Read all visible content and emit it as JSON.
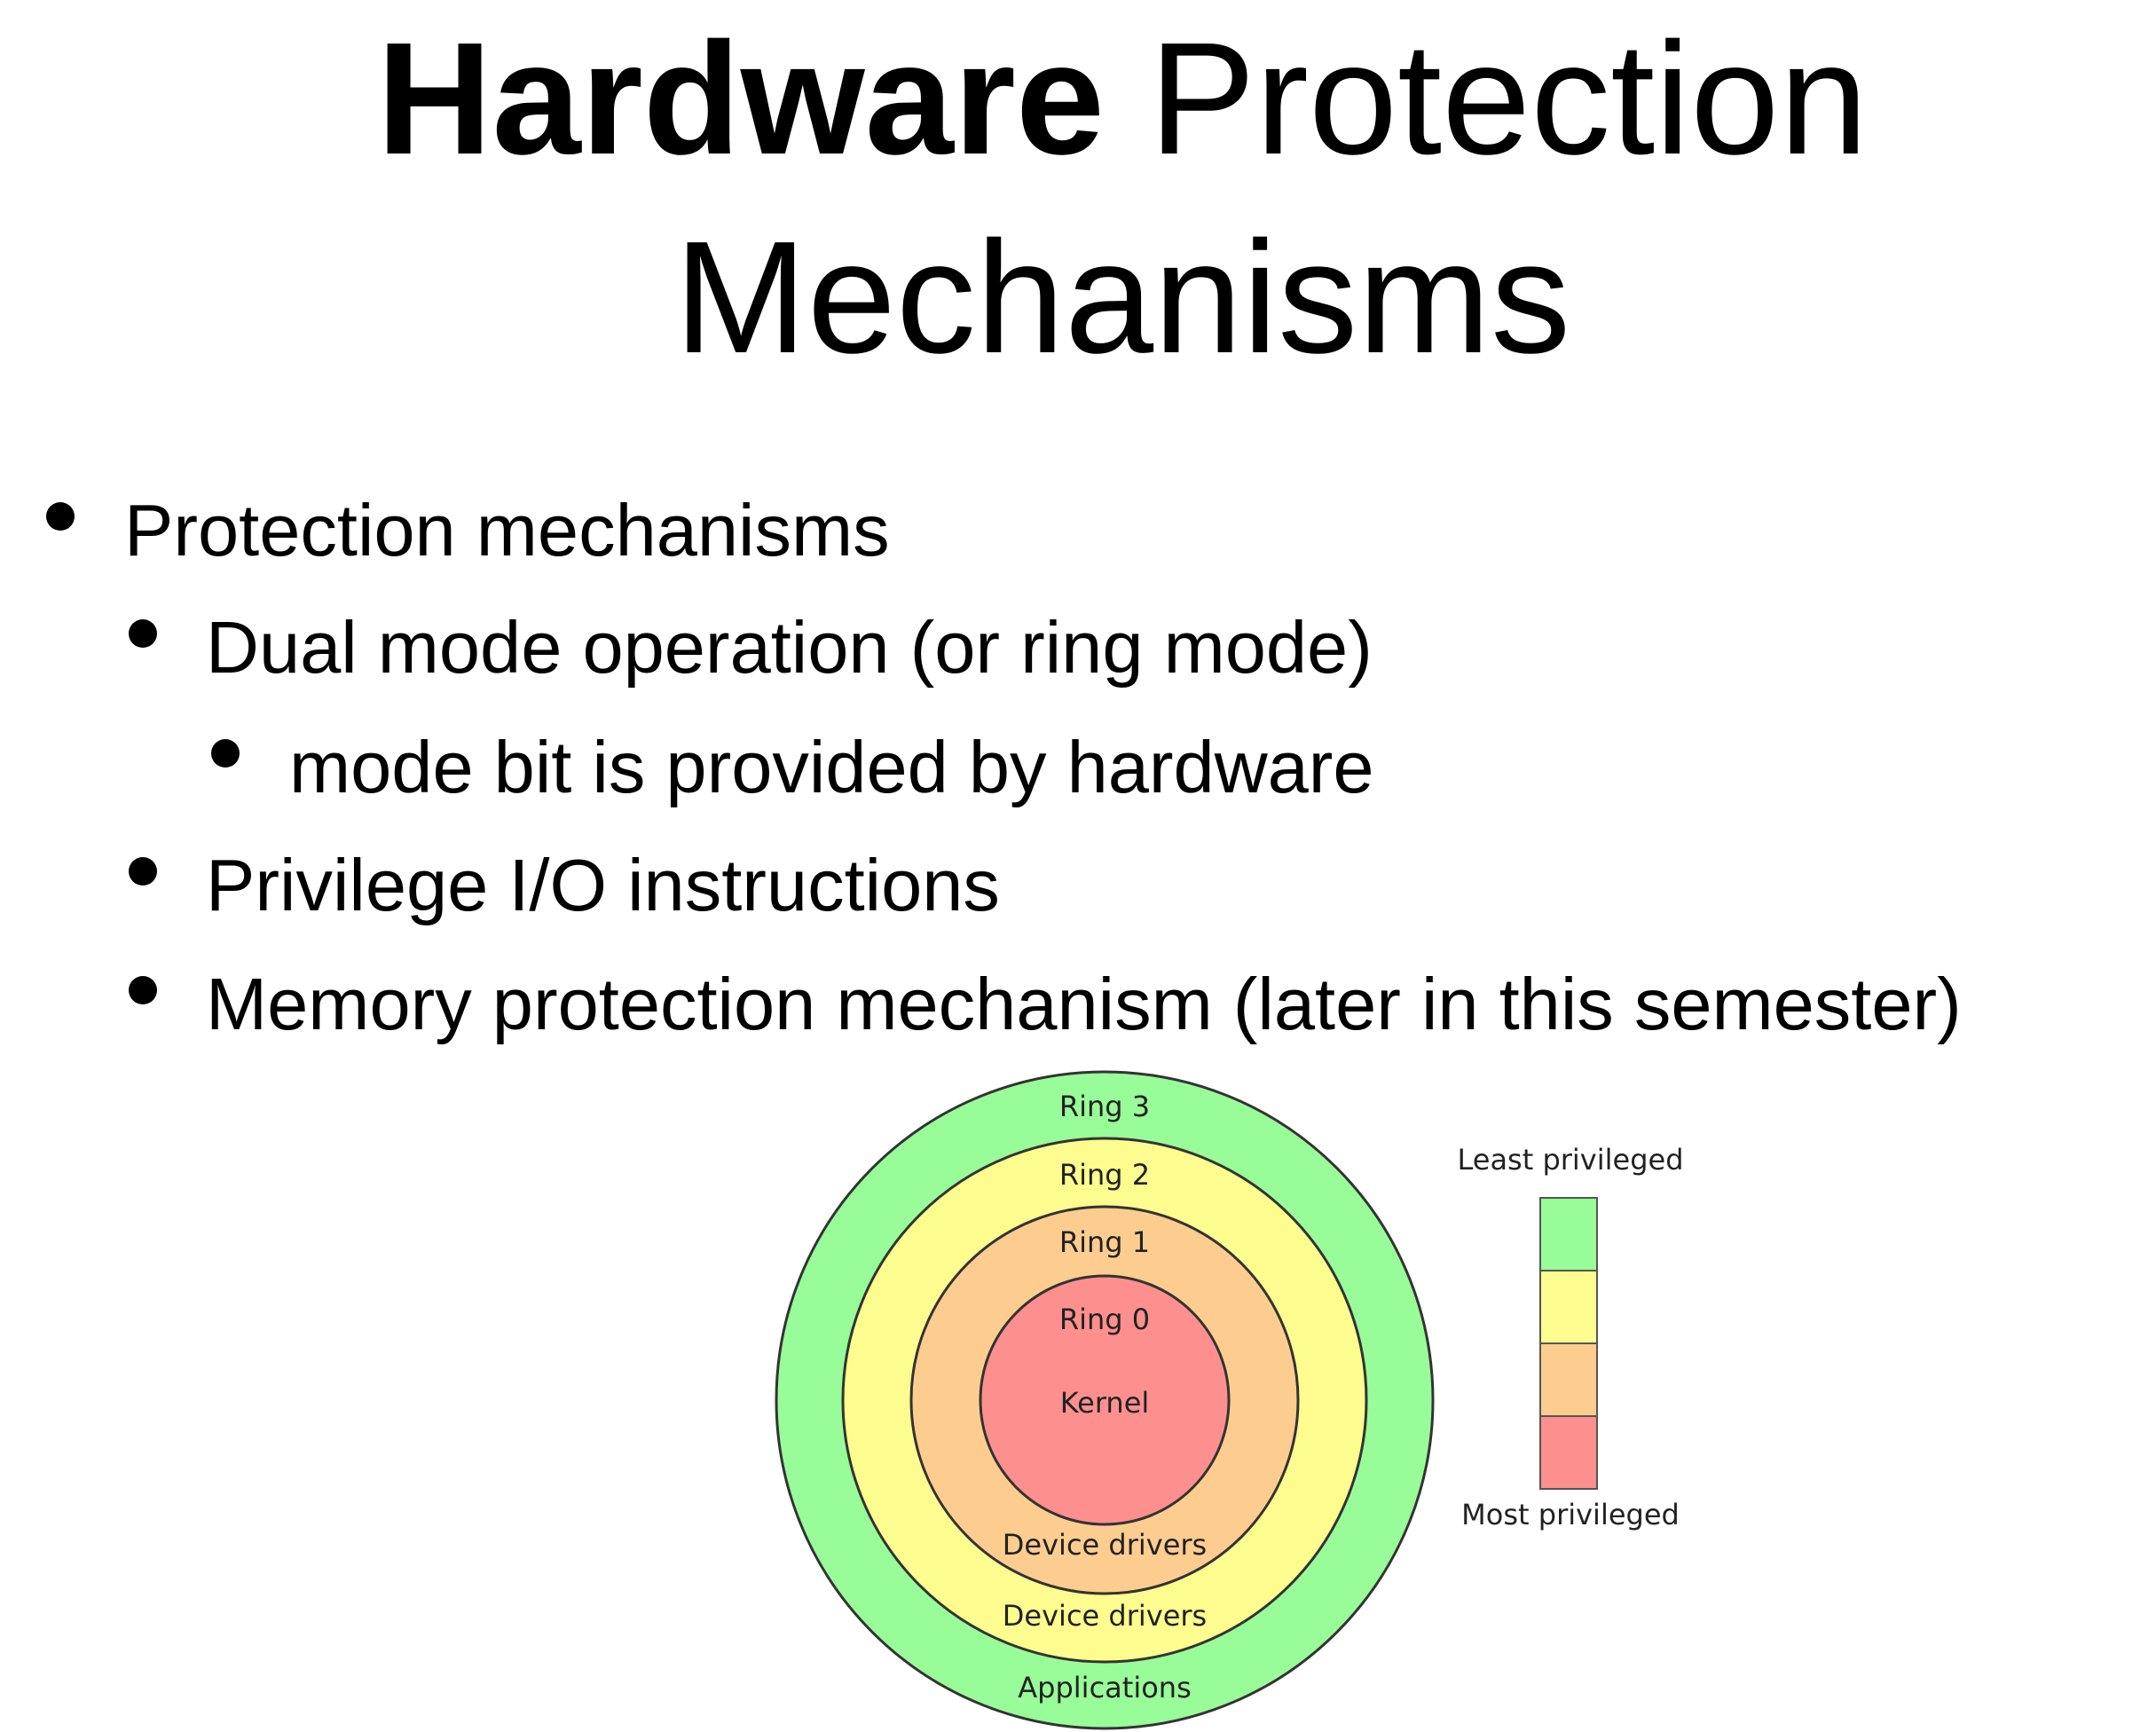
{
  "title": {
    "bold": "Hardware",
    "rest": "Protection",
    "line2": "Mechanisms"
  },
  "bullets": [
    {
      "level": 1,
      "text": "Protection mechanisms"
    },
    {
      "level": 2,
      "text": "Dual mode operation (or ring mode)"
    },
    {
      "level": 3,
      "text": "mode bit is provided by hardware"
    },
    {
      "level": 2,
      "text": "Privilege I/O instructions"
    },
    {
      "level": 2,
      "text": "Memory protection mechanism (later in this semester)"
    }
  ],
  "diagram": {
    "rings": [
      {
        "name": "Ring 3",
        "role": "Applications",
        "color": "#98fc98"
      },
      {
        "name": "Ring 2",
        "role": "Device drivers",
        "color": "#fdfc8e"
      },
      {
        "name": "Ring 1",
        "role": "Device drivers",
        "color": "#fdcd8f"
      },
      {
        "name": "Ring 0",
        "role": "Kernel",
        "color": "#fd8f8f"
      }
    ],
    "legend": {
      "top_label": "Least privileged",
      "bottom_label": "Most privileged",
      "colors": [
        "#98fc98",
        "#fdfc8e",
        "#fdcd8f",
        "#fd8f8f"
      ]
    }
  }
}
